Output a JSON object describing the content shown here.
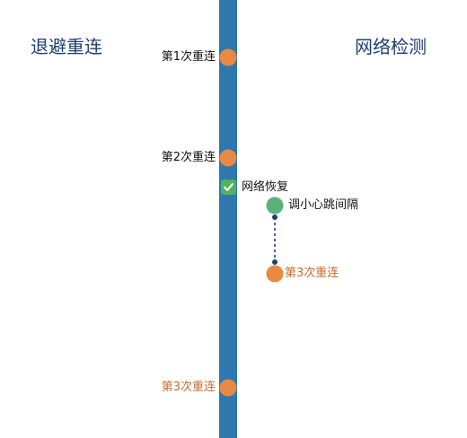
{
  "headings": {
    "left": "退避重连",
    "right": "网络检测"
  },
  "events": {
    "retry1": "第1次重连",
    "retry2": "第2次重连",
    "network_recovered": "网络恢复",
    "reduce_heartbeat": "调小心跳间隔",
    "retry3_detect": "第3次重连",
    "retry3_backoff": "第3次重连"
  },
  "colors": {
    "timeline_bar": "#2d79ad",
    "retry_node": "#e98a44",
    "heartbeat_node": "#5ab27a",
    "connector": "#1f3f73",
    "heading_text": "#1f3f73",
    "default_text": "#111111",
    "highlight_text": "#cf6a2a",
    "check_badge": "#53b159"
  }
}
